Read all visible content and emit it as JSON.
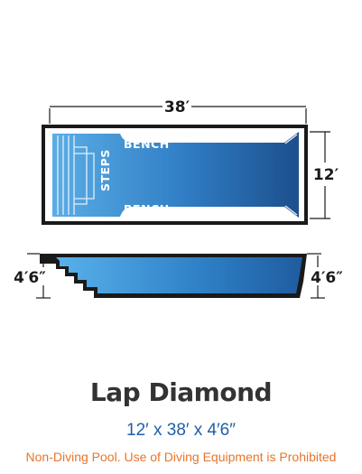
{
  "plan_view": {
    "length_label": "38′",
    "width_label": "12′",
    "bench_top_label": "BENCH",
    "bench_bottom_label": "BENCH",
    "steps_label": "STEPS"
  },
  "profile_view": {
    "shallow_depth_label": "4′6″",
    "deep_depth_label": "4′6″"
  },
  "colors": {
    "water_dark": "#1d4f8c",
    "water_light": "#5aaee6",
    "outline": "#1a1a1a",
    "step_lines": "#e6eef7"
  },
  "model_name": "Lap Diamond",
  "dimensions_text": "12′ x 38′ x 4′6″",
  "warning_text": "Non-Diving Pool. Use of Diving Equipment is Prohibited"
}
